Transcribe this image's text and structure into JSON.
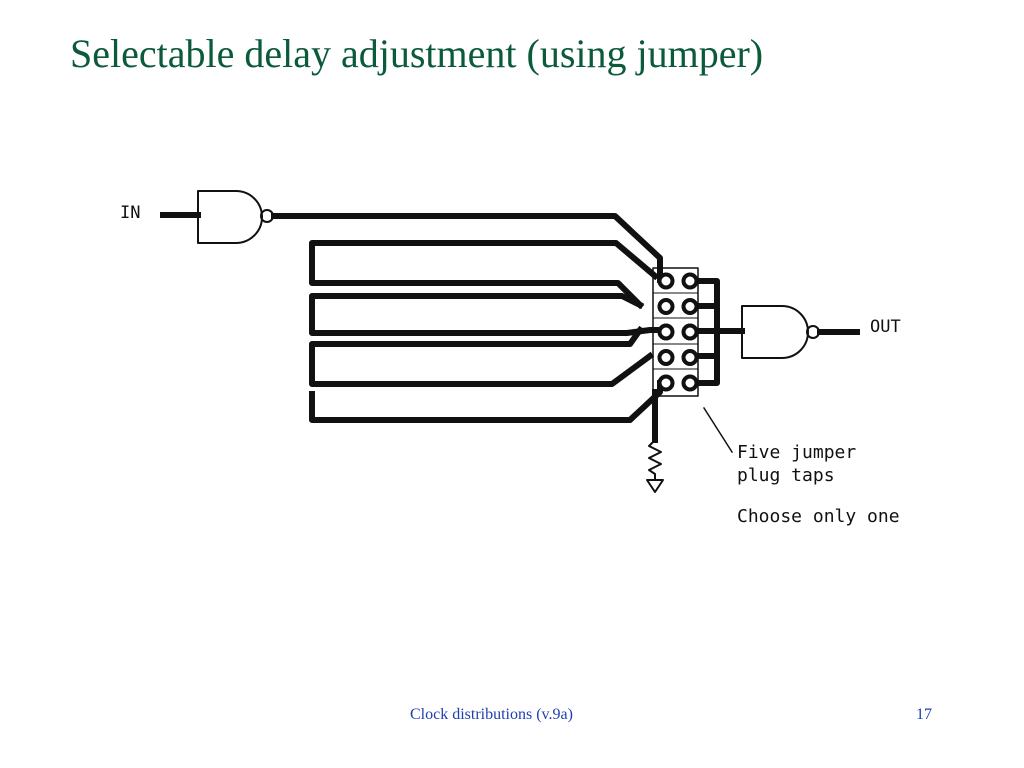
{
  "slide": {
    "title": "Selectable delay adjustment (using jumper)",
    "title_color": "#0b5a3a",
    "footer_color": "#1f3fb0"
  },
  "diagram": {
    "input_label": "IN",
    "output_label": "OUT",
    "annotation_line1": "Five jumper",
    "annotation_line2": "plug taps",
    "annotation_line3": "Choose only one",
    "tap_count": 5,
    "ink_color": "#111111"
  },
  "footer": {
    "center_text": "Clock distributions (v.9a)",
    "page_number": "17"
  }
}
